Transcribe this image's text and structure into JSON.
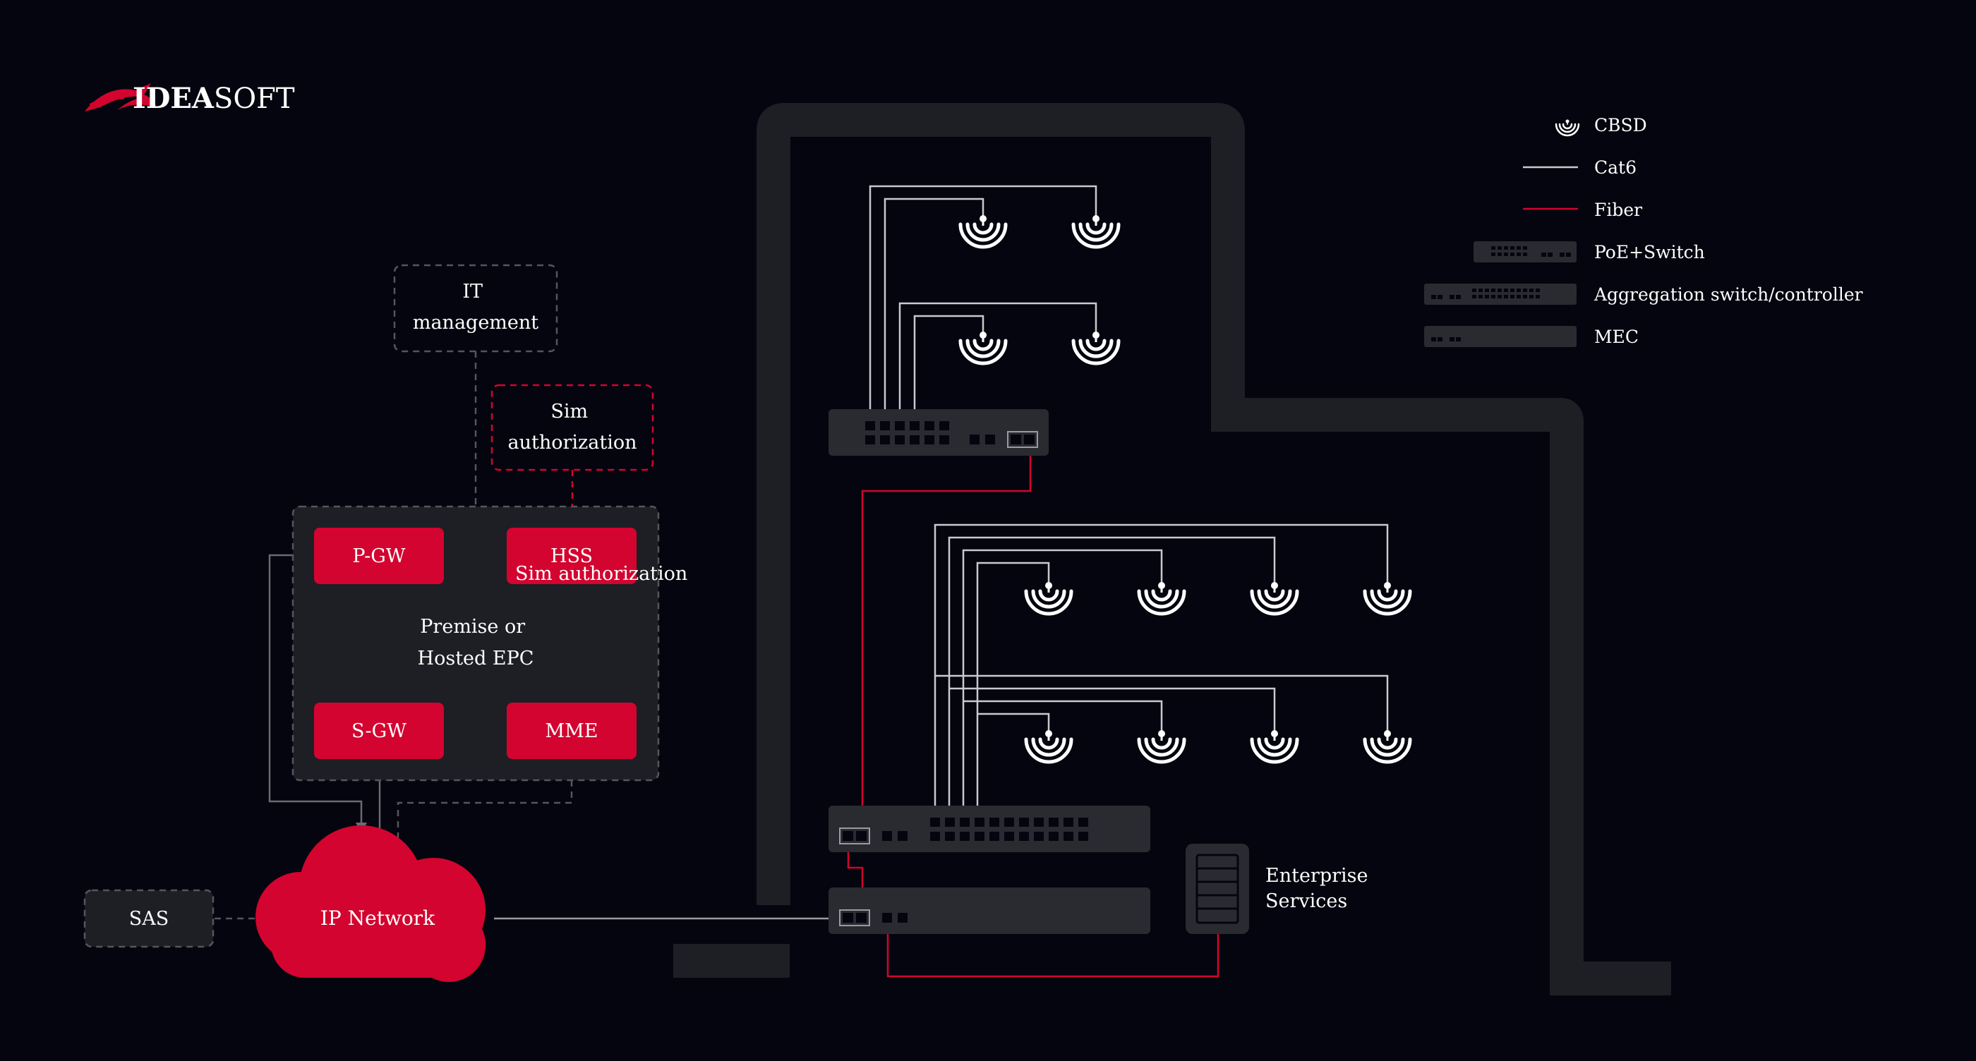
{
  "brand": {
    "name_bold": "IDEA",
    "name_light": "SOFT",
    "accent_color": "#d3042f"
  },
  "colors": {
    "background": "#05050f",
    "wall": "#1e1e25",
    "device": "#2a2a31",
    "cat6": "#c9c9cf",
    "fiber": "#d3042f",
    "dashed": "#55555c"
  },
  "legend": {
    "items": [
      {
        "icon": "cbsd-antenna-icon",
        "label": "CBSD"
      },
      {
        "icon": "cat6-line-icon",
        "label": "Cat6"
      },
      {
        "icon": "fiber-line-icon",
        "label": "Fiber"
      },
      {
        "icon": "poe-switch-icon",
        "label": "PoE+Switch"
      },
      {
        "icon": "aggregation-switch-icon",
        "label": "Aggregation switch/controller"
      },
      {
        "icon": "mec-icon",
        "label": "MEC"
      }
    ]
  },
  "epc": {
    "it_management": [
      "IT",
      "management"
    ],
    "sim_authorization": [
      "Sim",
      "authorization"
    ],
    "container_label": [
      "Premise or",
      "Hosted EPC"
    ],
    "pgw": "P-GW",
    "hss": "HSS",
    "hss_sublabel": "Sim authorization",
    "sgw": "S-GW",
    "mme": "MME"
  },
  "network": {
    "sas": "SAS",
    "ip_network": "IP Network",
    "enterprise_services": [
      "Enterprise",
      "Services"
    ]
  }
}
